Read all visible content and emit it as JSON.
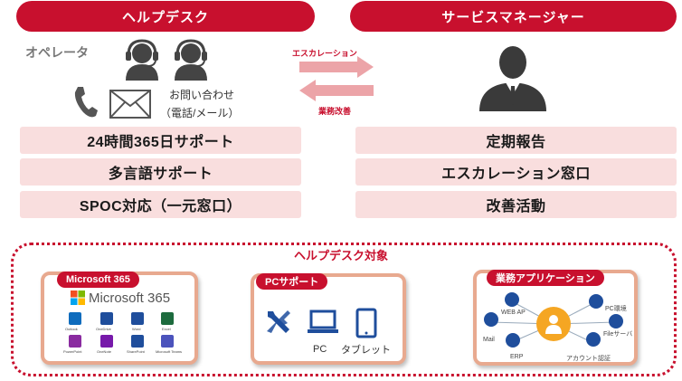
{
  "helpdesk": {
    "title": "ヘルプデスク",
    "operator_label": "オペレータ",
    "contact_line1": "お問い合わせ",
    "contact_line2": "（電話/メール）",
    "features": [
      "24時間365日サポート",
      "多言語サポート",
      "SPOC対応（一元窓口）"
    ]
  },
  "arrows": {
    "escalation": "エスカレーション",
    "improvement": "業務改善"
  },
  "service_manager": {
    "title": "サービスマネージャー",
    "features": [
      "定期報告",
      "エスカレーション窓口",
      "改善活動"
    ]
  },
  "targets": {
    "title": "ヘルプデスク対象",
    "m365": {
      "tab": "Microsoft 365",
      "logo_text": "Microsoft 365",
      "apps": [
        "Outlook",
        "OneDrive",
        "Word",
        "Excel",
        "PowerPoint",
        "OneNote",
        "SharePoint",
        "Microsoft Teams"
      ]
    },
    "pc": {
      "tab": "PCサポート",
      "pc_label": "PC",
      "tablet_label": "タブレット"
    },
    "apps": {
      "tab": "業務アプリケーション",
      "web_ap": "WEB AP",
      "mail": "Mail",
      "erp": "ERP",
      "pc_env": "PC環境",
      "file_server": "Fileサーバ",
      "account": "アカウント認証"
    }
  },
  "colors": {
    "accent": "#c8102e",
    "feature_bg": "#f9dede",
    "card_border": "#e8a98f",
    "app_icon": "#1f4e9c"
  }
}
